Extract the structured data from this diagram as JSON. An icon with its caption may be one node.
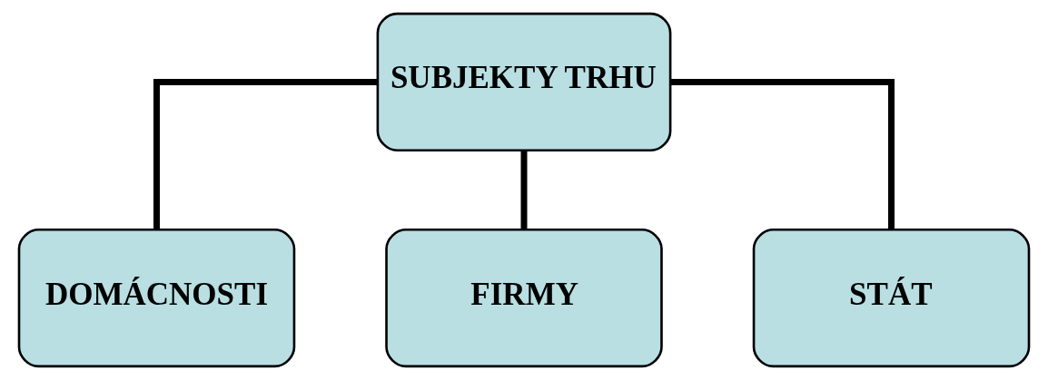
{
  "diagram": {
    "nodes": [
      {
        "text": [
          "SUBJEKTY TRHU"
        ]
      },
      {
        "text": [
          "DOMÁCNOSTI"
        ]
      },
      {
        "text": [
          "FIRMY"
        ]
      },
      {
        "text": [
          "STÁT"
        ]
      }
    ],
    "edges": [
      {
        "from": 0,
        "to": 1,
        "arrow": "none"
      },
      {
        "from": 0,
        "to": 2,
        "arrow": "none"
      },
      {
        "from": 0,
        "to": 3,
        "arrow": "none"
      }
    ]
  }
}
